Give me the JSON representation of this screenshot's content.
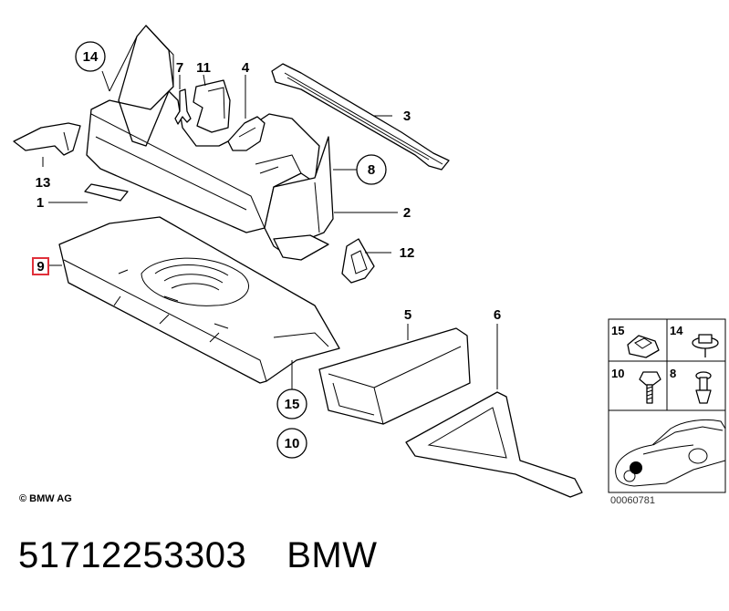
{
  "callouts": {
    "c14": "14",
    "c7": "7",
    "c11": "11",
    "c4": "4",
    "c3": "3",
    "c13": "13",
    "c1": "1",
    "c8": "8",
    "c2": "2",
    "c9": "9",
    "c12": "12",
    "c5": "5",
    "c6": "6",
    "c15": "15",
    "c10": "10"
  },
  "inset": {
    "l15": "15",
    "l14": "14",
    "l10": "10",
    "l8": "8"
  },
  "copyright": "© BMW AG",
  "diagram_number": "00060781",
  "footer": {
    "part_number": "51712253303",
    "brand": "BMW"
  },
  "colors": {
    "highlight_box": "#e0303a",
    "line": "#000000",
    "background": "#ffffff"
  }
}
